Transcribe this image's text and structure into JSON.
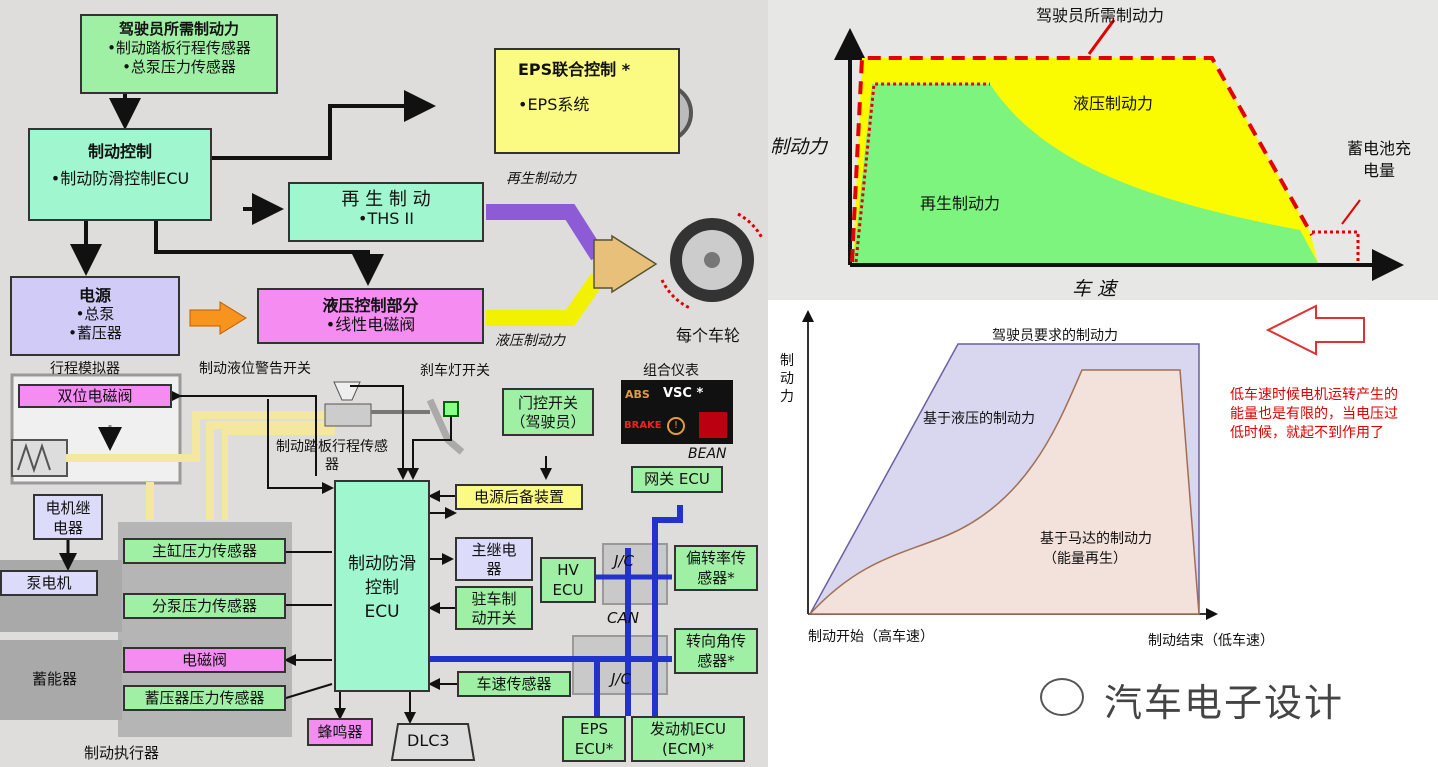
{
  "left": {
    "driver_box": {
      "title": "驾驶员所需制动力",
      "line1": "•制动踏板行程传感器",
      "line2": "•总泵压力传感器"
    },
    "eps_box": {
      "title": "EPS联合控制 *",
      "line1": "•EPS系统"
    },
    "brake_ctrl_box": {
      "title": "制动控制",
      "line1": "•制动防滑控制ECU"
    },
    "regen_box": {
      "title": "再 生 制 动",
      "line1": "•THS II"
    },
    "regen_label": "再生制动力",
    "power_box": {
      "title": "电源",
      "line1": "•总泵",
      "line2": "•蓄压器"
    },
    "hydraulic_box": {
      "title": "液压控制部分",
      "line1": "•线性电磁阀"
    },
    "hydraulic_label": "液压制动力",
    "wheel_label": "每个车轮",
    "stroke_sim": "行程模拟器",
    "fluid_switch": "制动液位警告开关",
    "brake_light_switch": "刹车灯开关",
    "combo_meter": "组合仪表",
    "meter_icons": {
      "abs": "ABS",
      "vsc": "VSC *",
      "brake": "BRAKE"
    },
    "dual_valve": "双位电磁阀",
    "door_switch": {
      "line1": "门控开关",
      "line2": "（驾驶员）"
    },
    "pedal_sensor": {
      "line1": "制动踏板行程传感",
      "line2": "器"
    },
    "bean": "BEAN",
    "gateway": "网关 ECU",
    "power_backup": "电源后备装置",
    "motor_relay": {
      "line1": "电机继",
      "line2": "电器"
    },
    "pump_motor": "泵电机",
    "master_cyl_sensor": "主缸压力传感器",
    "wheel_cyl_sensor": "分泵压力传感器",
    "solenoid": "电磁阀",
    "accum_sensor": "蓄压器压力传感器",
    "accumulator": "蓄能器",
    "actuator": "制动执行器",
    "skid_ecu": {
      "line1": "制动防滑",
      "line2": "控制",
      "line3": "ECU"
    },
    "main_relay": {
      "line1": "主继电",
      "line2": "器"
    },
    "parking_switch": {
      "line1": "驻车制",
      "line2": "动开关"
    },
    "speed_sensor": "车速传感器",
    "buzzer": "蜂鸣器",
    "dlc3": "DLC3",
    "hv_ecu": {
      "line1": "HV",
      "line2": "ECU"
    },
    "jc": "J/C",
    "can": "CAN",
    "yaw_sensor": {
      "line1": "偏转率传",
      "line2": "感器*"
    },
    "steer_sensor": {
      "line1": "转向角传",
      "line2": "感器*"
    },
    "eps_ecu": {
      "line1": "EPS",
      "line2": "ECU*"
    },
    "engine_ecu": {
      "line1": "发动机ECU",
      "line2": "(ECM)*"
    }
  },
  "top_chart": {
    "driver_label": "驾驶员所需制动力",
    "ylabel": "制动力",
    "xlabel": "车 速",
    "hydraulic": "液压制动力",
    "regen": "再生制动力",
    "battery": "蓄电池充电量"
  },
  "bottom_chart": {
    "title": "驾驶员要求的制动力",
    "ylabel": "制动力",
    "hydraulic": "基于液压的制动力",
    "motor_line1": "基于马达的制动力",
    "motor_line2": "（能量再生）",
    "x_start": "制动开始（高车速）",
    "x_end": "制动结束（低车速）",
    "note": "低车速时候电机运转产生的能量也是有限的，当电压过低时候，就起不到作用了"
  },
  "watermark": "汽车电子设计",
  "colors": {
    "yellow": "#fbfb00",
    "green": "#7cf47e",
    "red": "#e20000",
    "blue": "#2233cc",
    "purple": "#8e5bd6"
  }
}
